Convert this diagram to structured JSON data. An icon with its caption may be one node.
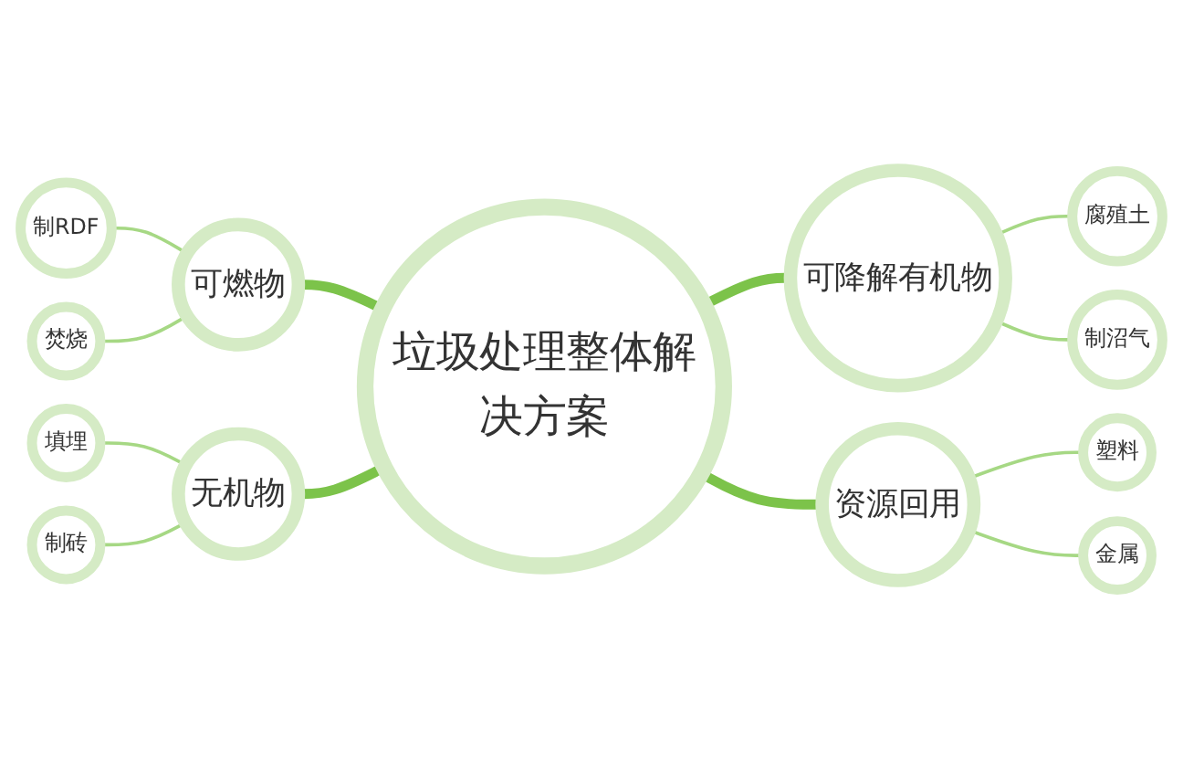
{
  "diagram": {
    "nodes": [
      {
        "text": [
          "制RDF"
        ]
      },
      {
        "text": [
          "腐殖土"
        ]
      },
      {
        "text": [
          "可燃物"
        ]
      },
      {
        "text": [
          "焚烧"
        ]
      },
      {
        "text": [
          "可降解有机物"
        ]
      },
      {
        "text": [
          "制沼气"
        ]
      },
      {
        "text": [
          "垃圾处理整体解决方案"
        ]
      },
      {
        "text": [
          "填埋"
        ]
      },
      {
        "text": [
          "无机物"
        ]
      },
      {
        "text": [
          "资源回用"
        ]
      },
      {
        "text": [
          "塑料"
        ]
      },
      {
        "text": [
          "制砖"
        ]
      },
      {
        "text": [
          "金属"
        ]
      }
    ],
    "edges": [
      {
        "from": 0,
        "to": 2,
        "arrow": "none"
      },
      {
        "from": 3,
        "to": 2,
        "arrow": "none"
      },
      {
        "from": 2,
        "to": 6,
        "arrow": "none",
        "style": "thick"
      },
      {
        "from": 6,
        "to": 4,
        "arrow": "none",
        "style": "thick"
      },
      {
        "from": 4,
        "to": 1,
        "arrow": "none"
      },
      {
        "from": 4,
        "to": 5,
        "arrow": "none"
      },
      {
        "from": 7,
        "to": 8,
        "arrow": "none"
      },
      {
        "from": 11,
        "to": 8,
        "arrow": "none"
      },
      {
        "from": 8,
        "to": 6,
        "arrow": "none",
        "style": "thick"
      },
      {
        "from": 6,
        "to": 9,
        "arrow": "none",
        "style": "thick"
      },
      {
        "from": 9,
        "to": 10,
        "arrow": "none"
      },
      {
        "from": 9,
        "to": 12,
        "arrow": "none"
      }
    ]
  }
}
